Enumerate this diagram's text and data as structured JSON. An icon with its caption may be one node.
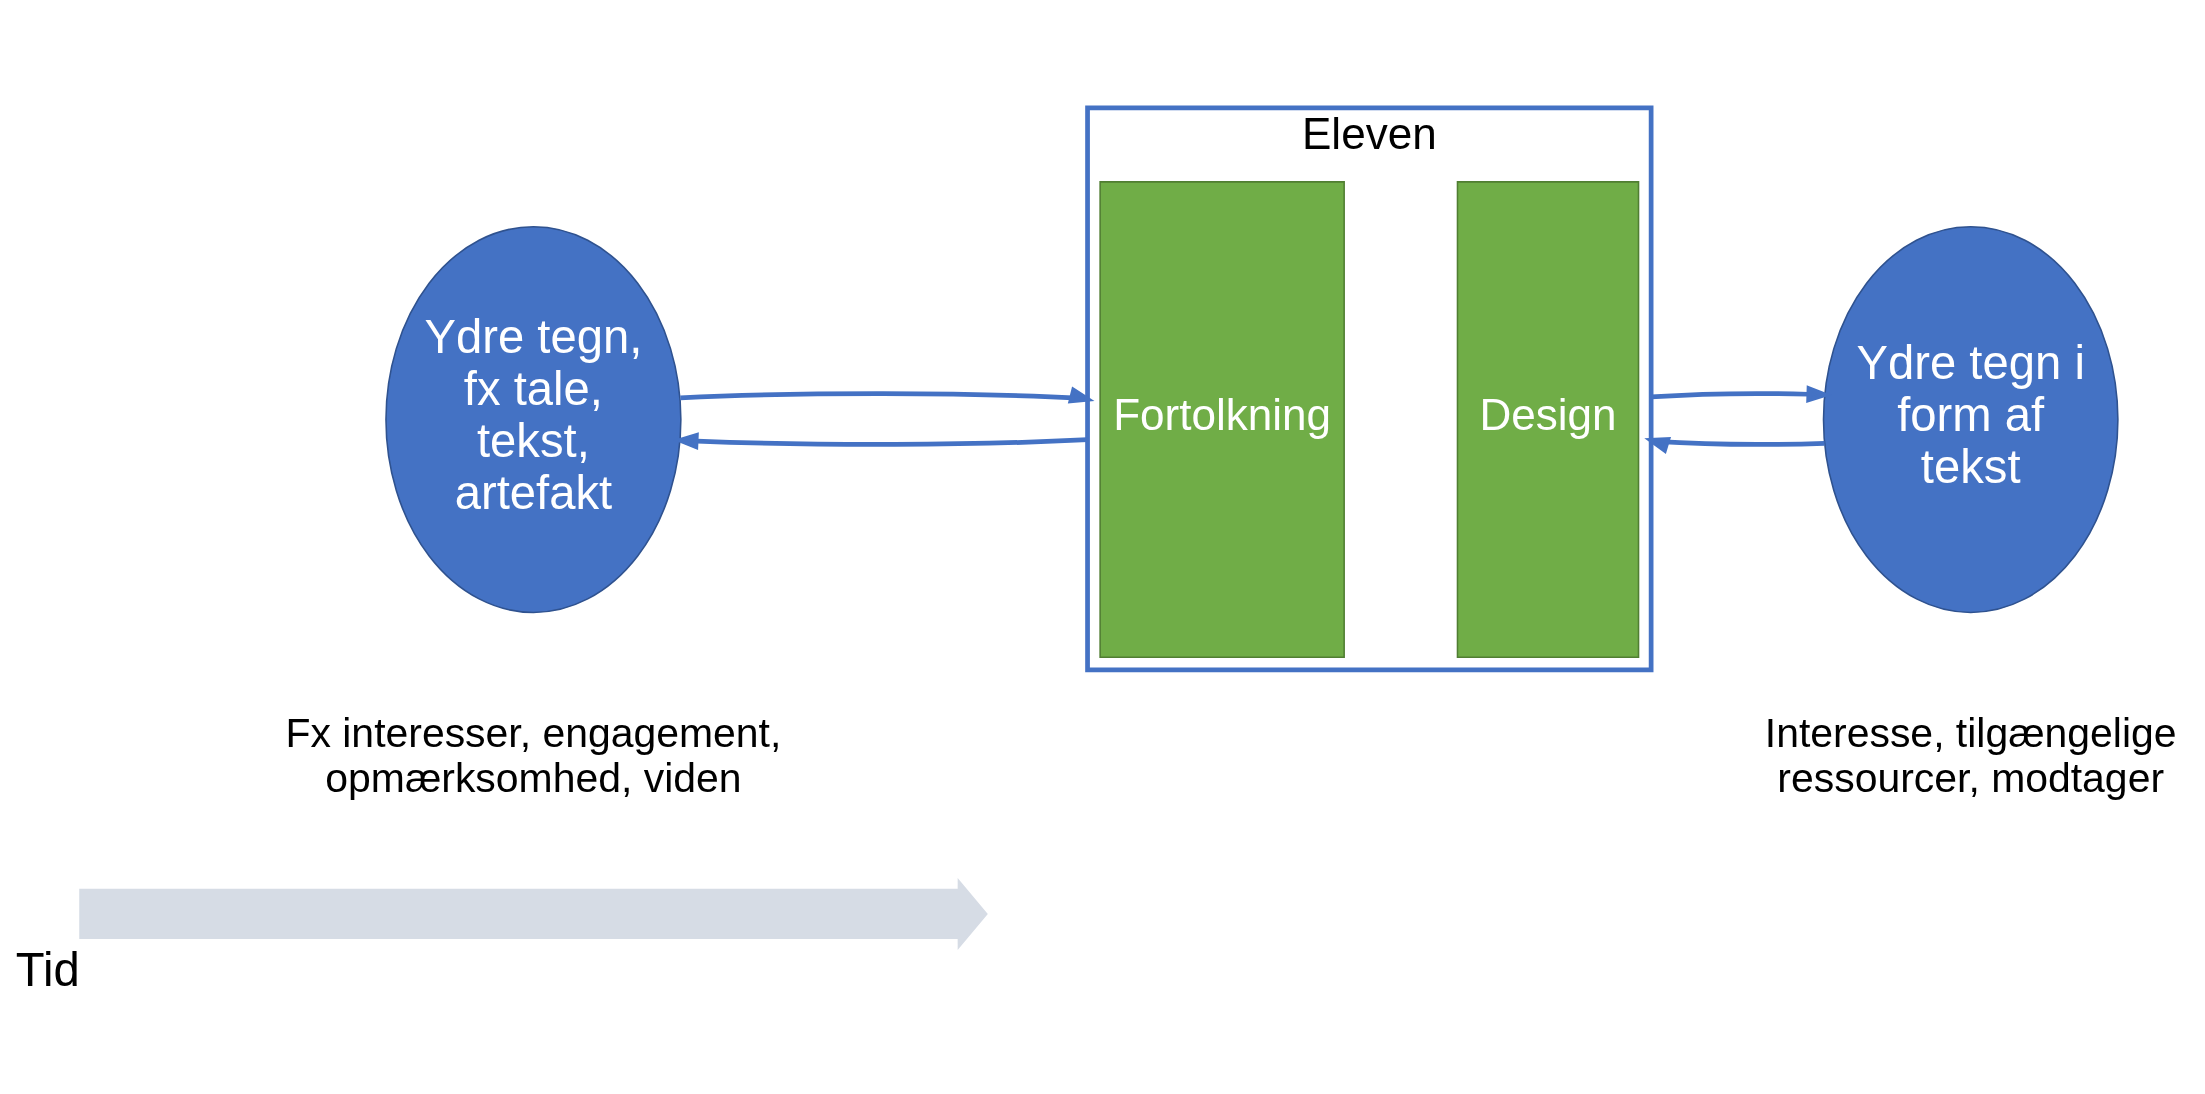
{
  "diagram": {
    "nodes": [
      {
        "text": [],
        "shape": "arrow",
        "beside": [
          "Tid"
        ]
      },
      {
        "text": [
          "Ydre tegn, fx tale, tekst, artefakt"
        ]
      },
      {
        "text": [
          "Eleven"
        ]
      },
      {
        "text": [
          "Fortolkning"
        ],
        "in": 2
      },
      {
        "text": [
          "Design"
        ],
        "in": 2
      },
      {
        "text": [
          "Ydre tegn i form af tekst"
        ]
      }
    ],
    "edges": [
      {
        "from": 2,
        "to": 1,
        "arrow": "to"
      },
      {
        "from": 1,
        "to": 2,
        "arrow": "to"
      },
      {
        "from": 5,
        "to": 2,
        "arrow": "to"
      },
      {
        "from": 2,
        "to": 5,
        "arrow": "to"
      }
    ],
    "labels": [
      "Fx interesser, engagement, opmærksomhed, viden",
      "Interesse, tilgængelige ressourcer, modtager"
    ]
  }
}
